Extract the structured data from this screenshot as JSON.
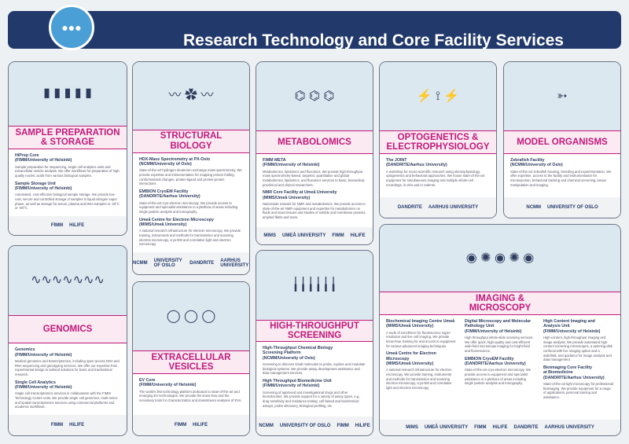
{
  "header": {
    "title": "Research Technology and Core Facility Services",
    "logo_icon": "people-group-icon"
  },
  "colors": {
    "navy": "#22396b",
    "pink": "#c2187a",
    "band": "#fbeaf2",
    "image_bg": "#dce8ef"
  },
  "cards": [
    {
      "id": "sample",
      "title": "SAMPLE PREPARATION\n& STORAGE",
      "logos": [
        "FIMM",
        "HiLIFE"
      ],
      "units": [
        {
          "name": "HiPrep Core\n(FIMM/University of Helsinki)",
          "desc": "Sample preparation for sequencing, single cell analytics units and extracellular vesicle analysis. We offer workflows for preparation of high-quality nucleic acids from various biological samples."
        },
        {
          "name": "Sample Storage Unit\n(FIMM/University of Helsinki)",
          "desc": "Automated, cost-effective biological sample storage. We provide low-cost, secure and controlled storage of samples in liquid nitrogen vapor phase, as well as storage for serum, plasma and DNA samples in -20°C or -80°C."
        }
      ]
    },
    {
      "id": "genomics",
      "title": "GENOMICS",
      "logos": [
        "FIMM",
        "HiLIFE"
      ],
      "units": [
        {
          "name": "Genomics\n(FIMM/University of Helsinki)",
          "desc": "Medical genomics and transcriptomics, including open-access DNA and RNA sequencing and genotyping services. We offer our expertise from experimental design to tailored solutions for basic and translational research."
        },
        {
          "name": "Single Cell Analytics\n(FIMM/University of Helsinki)",
          "desc": "Single cell transcriptomics services in collaboration with the FIMM Technology Centre units. We provide single cell genomics, multi-omics and spatial transcriptomics services using commercial platforms and academic workflows."
        }
      ]
    },
    {
      "id": "structural",
      "title": "STRUCTURAL\nBIOLOGY",
      "logos": [
        "NCMM",
        "UNIVERSITY OF OSLO",
        "DANDRITE",
        "AARHUS UNIVERSITY"
      ],
      "units": [
        {
          "name": "HDX-Mass Spectrometry at PX-Oslo\n(NCMM/University of Oslo)",
          "desc": "State-of-the-art hydrogen deuterium exchange mass spectrometry. We provide expertise and instrumentation for mapping protein folding, conformational changes, protein-ligand and protein-protein interactions."
        },
        {
          "name": "EMBION CryoEM Facility\n(DANDRITE/Aarhus University)",
          "desc": "State-of-the-art cryo-electron microscopy. We provide access to equipment and specialist assistance in a plethora of areas including single particle analysis and tomography."
        },
        {
          "name": "Umeå Centre for Electron Microscopy\n(MIMS/Umeå University)",
          "desc": "A national research infrastructure for electron microscopy. We provide training, instruments and methods for transmission and scanning electron microscopy, cryo-EM and correlative light and electron microscopy."
        }
      ]
    },
    {
      "id": "ev",
      "title": "EXTRACELLULAR\nVESICLES",
      "logos": [
        "FIMM",
        "HiLIFE"
      ],
      "units": [
        {
          "name": "EV Core\n(FIMM/University of Helsinki)",
          "desc": "The world's first technology platform dedicated to state-of-the-art and emerging EV technologies. We provide the know-how and the necessary tools for characterization and downstream analyses of EVs."
        }
      ]
    },
    {
      "id": "metabolomics",
      "title": "METABOLOMICS",
      "logos": [
        "MIMS",
        "UMEÅ UNIVERSITY",
        "FIMM",
        "HiLIFE"
      ],
      "units": [
        {
          "name": "FIMM META\n(FIMM/University of Helsinki)",
          "desc": "Metabolomics, lipidomics and fluxomics. We provide high-throughput mass spectrometry-based, targeted, quantitative and global metabolomics, lipidomics, and fluxomics services to basic, biomedical, preclinical and clinical researchers."
        },
        {
          "name": "NMR Core Facility at Umeå University\n(MIMS/Umeå University)",
          "desc": "Nationwide network for NMR and metabolomics. We provide access to state-of-the-art NMR equipment and expertise for metabolomics on fluids and intact tissues and studies of soluble and membrane proteins, amyloid fibrils and more."
        }
      ]
    },
    {
      "id": "hts",
      "title": "HIGH-THROUGHPUT\nSCREENING",
      "logos": [
        "NCMM",
        "UNIVERSITY OF OSLO",
        "FIMM",
        "HiLIFE"
      ],
      "units": [
        {
          "name": "High-Throughput Chemical Biology\nScreening Platform\n(NCMM/University of Oslo)",
          "desc": "Screening to discover small molecules to probe, explore and modulate biological systems. We provide assay development assistance and data management services."
        },
        {
          "name": "High Throughput Biomedicine Unit\n(FIMM/University of Helsinki)",
          "desc": "Screening of approved and investigational drugs and other biomolecules. We provide support for a variety of assay types, e.g., drug sensitivity and resistance testing, cell-based and biochemical assays, probe discovery, biological profiling, etc."
        }
      ]
    },
    {
      "id": "opto",
      "title": "OPTOGENETICS &\nELECTROPHYSIOLOGY",
      "logos": [
        "DANDRITE",
        "AARHUS UNIVERSITY"
      ],
      "units": [
        {
          "name": "The JOINT\n(DANDRITE/Aarhus University)",
          "desc": "A workshop for neuro-scientific research using electrophysiology, optogenetics and behavioral approaches. We house state-of-the-art equipment for simultaneous imaging and multiple whole-cell recordings, in vitro and in rodents."
        }
      ]
    },
    {
      "id": "model",
      "title": "MODEL ORGANISMS",
      "logos": [
        "NCMM",
        "UNIVERSITY OF OSLO"
      ],
      "units": [
        {
          "name": "Zebrafish Facility\n(NCMM/University of Oslo)",
          "desc": "State-of-the-art zebrafish housing, breeding and experimentation. We offer expertise, access to the facility and instrumentation for microinjection, behavioral tracking and chemical screening, larvae manipulation and imaging."
        }
      ]
    },
    {
      "id": "imaging",
      "title": "IMAGING &\nMICROSCOPY",
      "logos": [
        "MIMS",
        "UMEÅ UNIVERSITY",
        "FIMM",
        "HiLIFE",
        "DANDRITE",
        "AARHUS UNIVERSITY"
      ],
      "columns": [
        [
          {
            "name": "Biochemical Imaging Centre Umeå\n(MIMS/Umeå University)",
            "desc": "A node of excellence for fluorescence super-resolution and live cell imaging. We provide know-how, training for and access to equipment for various advanced imaging techniques."
          },
          {
            "name": "Umeå Centre for Electron\nMicroscopy\n(MIMS/Umeå University)",
            "desc": "A national research infrastructure for electron microscopy. We provide training, instruments and methods for transmission and scanning electron microscopy, cryo-EM and correlative light and electron microscopy."
          }
        ],
        [
          {
            "name": "Digital Microscopy and Molecular\nPathology Unit\n(FIMM/University of Helsinki)",
            "desc": "High throughput whole-slide scanning services. We offer quick, high-quality and cost-efficient wide-field microscope imaging for bright-field and fluorescence."
          },
          {
            "name": "EMBION CryoEM Facility\n(DANDRITE/Aarhus University)",
            "desc": "State-of-the-art cryo-electron microscopy. We provide access to equipment and specialist assistance in a plethora of areas including single particle analysis and tomography."
          }
        ],
        [
          {
            "name": "High Content Imaging and\nAnalysis Unit\n(FIMM/University of Helsinki)",
            "desc": "High-content, high-throughput imaging and image analysis. We provide automated high-content screening microscopes, a spinning-disk confocal with live imaging option and a widefield, and guidance for image analysis and data management."
          },
          {
            "name": "Bioimaging Core Facility\nat Biomedicine\n(DANDRITE/Aarhus University)",
            "desc": "State-of-the-art light microscopy for professional bioimaging. We provide equipment for a range of applications, personal training and assistance."
          }
        ]
      ]
    }
  ]
}
